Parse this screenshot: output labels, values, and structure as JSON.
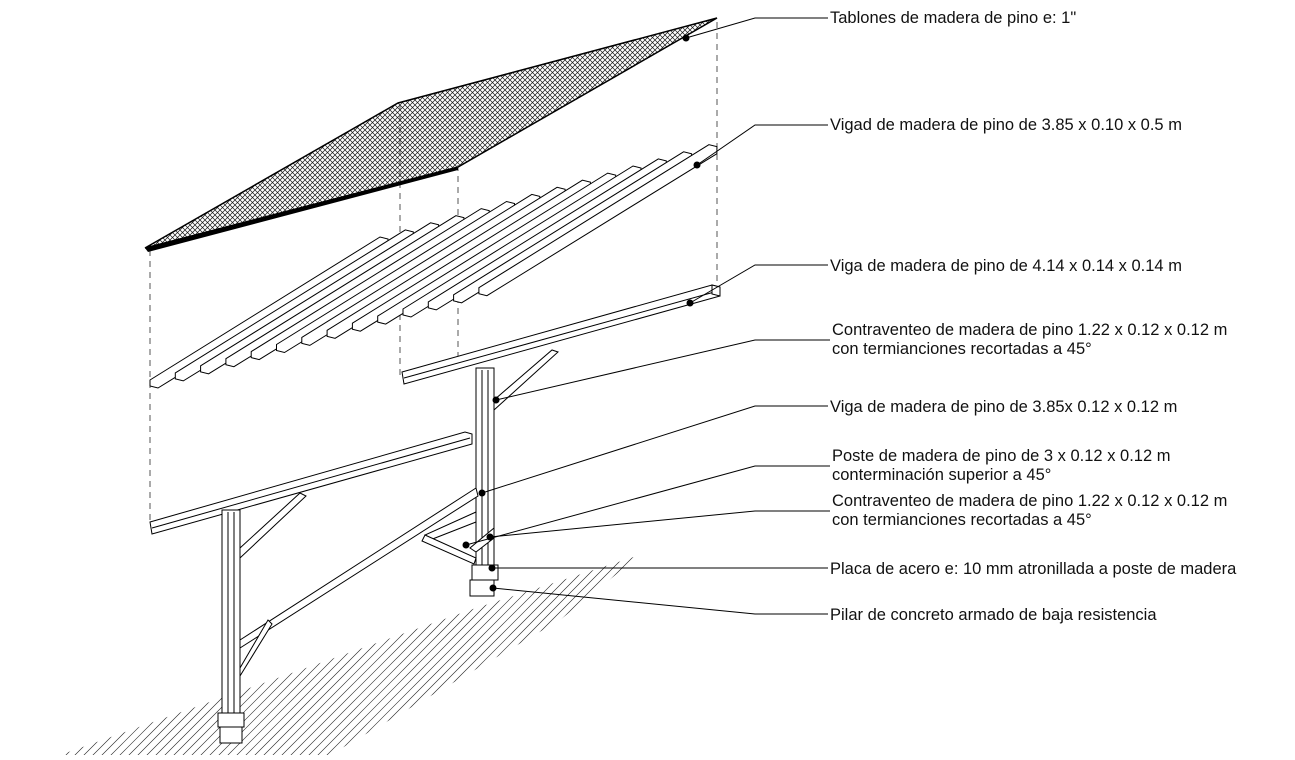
{
  "diagram": {
    "line_color": "#111111",
    "background": "#ffffff",
    "labels": [
      {
        "lines": [
          "Tablones de madera de pino e: 1\""
        ]
      },
      {
        "lines": [
          "Vigad de madera de pino de 3.85 x 0.10 x 0.5 m"
        ]
      },
      {
        "lines": [
          "Viga de madera de pino de 4.14 x 0.14 x 0.14 m"
        ]
      },
      {
        "lines": [
          "Contraventeo de madera de pino 1.22 x 0.12 x 0.12 m",
          "con termianciones recortadas a 45°"
        ]
      },
      {
        "lines": [
          "Viga de madera de pino de 3.85x 0.12 x 0.12 m"
        ]
      },
      {
        "lines": [
          "Poste de madera de pino de 3 x 0.12 x 0.12 m",
          "conterminación superior a 45°"
        ]
      },
      {
        "lines": [
          "Contraventeo de madera de pino 1.22 x 0.12 x 0.12 m",
          "con termianciones recortadas a 45°"
        ]
      },
      {
        "lines": [
          "Placa de acero e: 10 mm atronillada a poste de madera"
        ]
      },
      {
        "lines": [
          "Pilar de concreto armado de baja resistencia"
        ]
      }
    ]
  }
}
